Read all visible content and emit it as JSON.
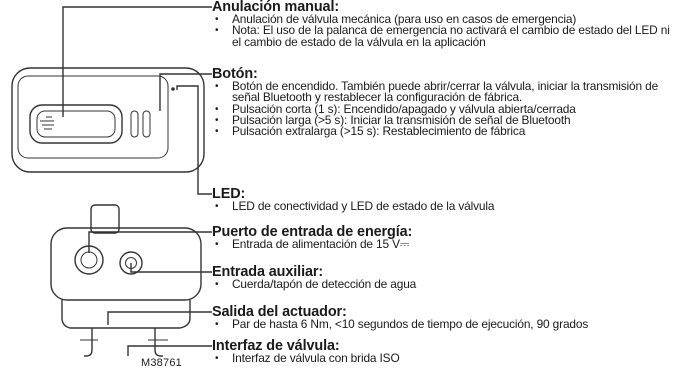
{
  "sections": [
    {
      "title": "Anulación manual:",
      "items": [
        "Anulación de válvula mecánica (para uso en casos de emergencia)",
        "Nota: El uso de la palanca de emergencia no activará el cambio de estado del LED ni el cambio de estado de la válvula en la aplicación"
      ]
    },
    {
      "title": "Botón:",
      "items": [
        "Botón de encendido. También puede abrir/cerrar la válvula, iniciar la transmisión de señal Bluetooth y restablecer la configuración de fábrica.",
        "Pulsación corta (1 s): Encendido/apagado y válvula abierta/cerrada",
        "Pulsación larga (>5 s): Iniciar la transmisión de señal de Bluetooth",
        "Pulsación extralarga (>15 s): Restablecimiento de fábrica"
      ]
    },
    {
      "title": "LED:",
      "items": [
        "LED de conectividad y LED de estado de la válvula"
      ]
    },
    {
      "title": "Puerto de entrada de energía:",
      "items": [
        "Entrada de alimentación de 15 V⎓"
      ]
    },
    {
      "title": "Entrada auxiliar:",
      "items": [
        "Cuerda/tapón de detección de agua"
      ]
    },
    {
      "title": "Salida del actuador:",
      "items": [
        "Par de hasta 6 Nm, <10 segundos de tiempo de ejecución, 90 grados"
      ]
    },
    {
      "title": "Interfaz de válvula:",
      "items": [
        "Interfaz de válvula con brida ISO"
      ]
    }
  ],
  "figure_code": "M38761"
}
